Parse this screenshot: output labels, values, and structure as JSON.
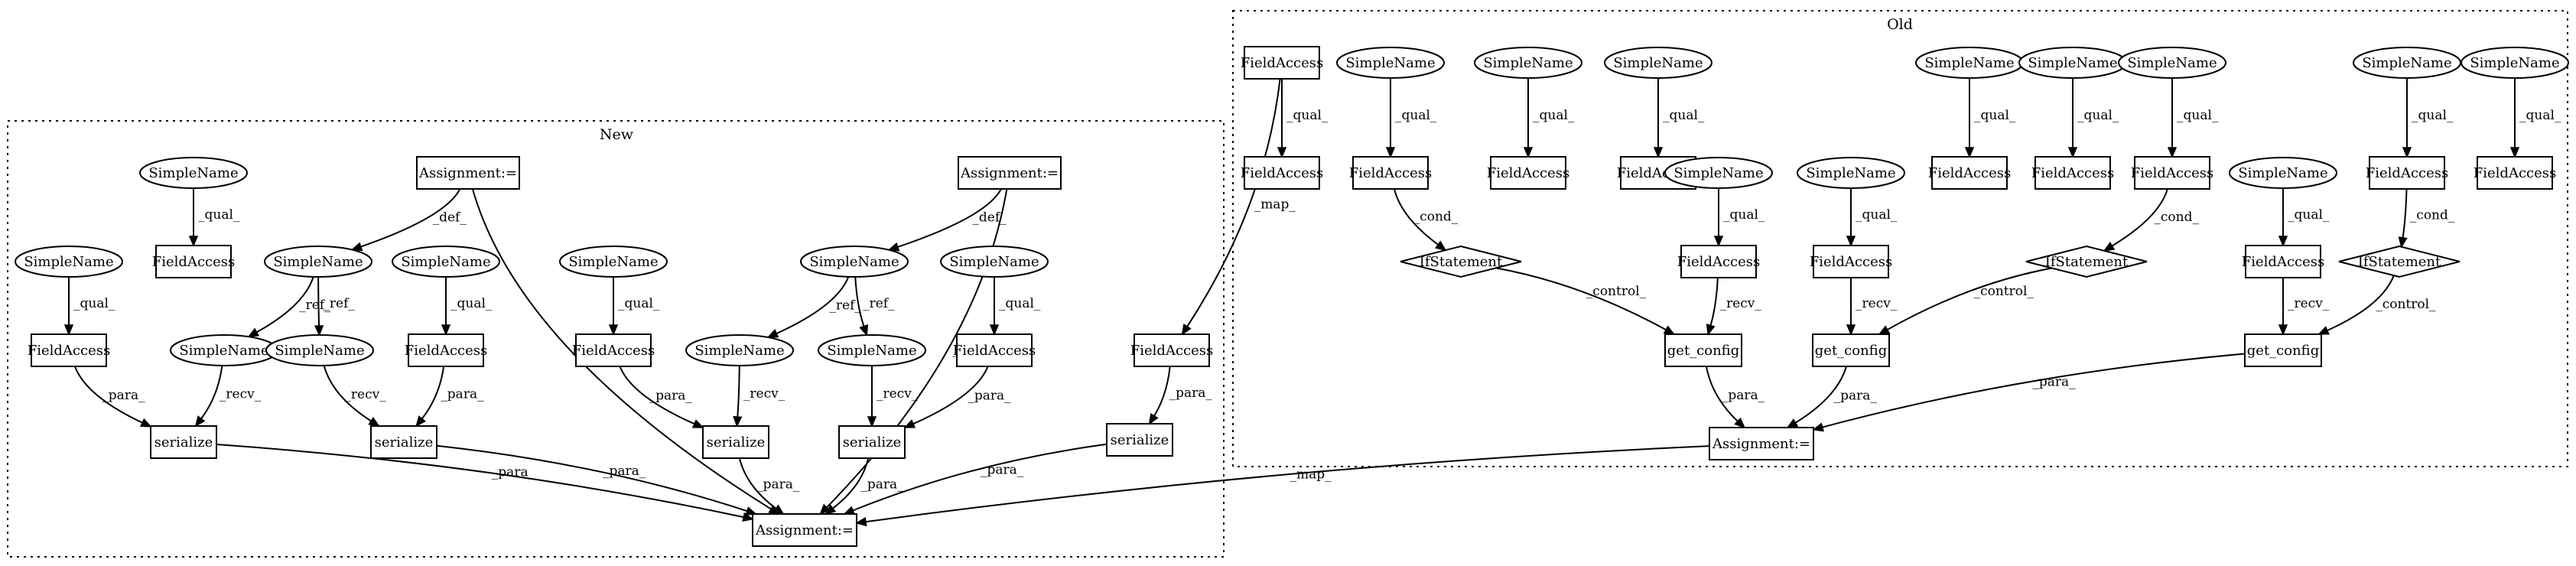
{
  "clusters": {
    "old": {
      "label": "Old"
    },
    "new": {
      "label": "New"
    }
  },
  "nodes": [
    {
      "id": "o_fa0",
      "label": "FieldAccess",
      "shape": "box"
    },
    {
      "id": "o_fa0b",
      "label": "FieldAccess",
      "shape": "box"
    },
    {
      "id": "o_sn1",
      "label": "SimpleName",
      "shape": "ellipse"
    },
    {
      "id": "o_fa1",
      "label": "FieldAccess",
      "shape": "box"
    },
    {
      "id": "o_if1",
      "label": "IfStatement",
      "shape": "diamond"
    },
    {
      "id": "o_sn2",
      "label": "SimpleName",
      "shape": "ellipse"
    },
    {
      "id": "o_fa2",
      "label": "FieldAccess",
      "shape": "box"
    },
    {
      "id": "o_sn3",
      "label": "SimpleName",
      "shape": "ellipse"
    },
    {
      "id": "o_fa3",
      "label": "FieldAccess",
      "shape": "box"
    },
    {
      "id": "o_sn4",
      "label": "SimpleName",
      "shape": "ellipse"
    },
    {
      "id": "o_fa4",
      "label": "FieldAccess",
      "shape": "box"
    },
    {
      "id": "o_gc1",
      "label": "get_config",
      "shape": "box"
    },
    {
      "id": "o_sn5",
      "label": "SimpleName",
      "shape": "ellipse"
    },
    {
      "id": "o_fa5",
      "label": "FieldAccess",
      "shape": "box"
    },
    {
      "id": "o_gc2",
      "label": "get_config",
      "shape": "box"
    },
    {
      "id": "o_sn6",
      "label": "SimpleName",
      "shape": "ellipse"
    },
    {
      "id": "o_fa6",
      "label": "FieldAccess",
      "shape": "box"
    },
    {
      "id": "o_sn7",
      "label": "SimpleName",
      "shape": "ellipse"
    },
    {
      "id": "o_fa7",
      "label": "FieldAccess",
      "shape": "box"
    },
    {
      "id": "o_sn8",
      "label": "SimpleName",
      "shape": "ellipse"
    },
    {
      "id": "o_fa8",
      "label": "FieldAccess",
      "shape": "box"
    },
    {
      "id": "o_if2",
      "label": "IfStatement",
      "shape": "diamond"
    },
    {
      "id": "o_sn9",
      "label": "SimpleName",
      "shape": "ellipse"
    },
    {
      "id": "o_fa9",
      "label": "FieldAccess",
      "shape": "box"
    },
    {
      "id": "o_gc3",
      "label": "get_config",
      "shape": "box"
    },
    {
      "id": "o_sn10",
      "label": "SimpleName",
      "shape": "ellipse"
    },
    {
      "id": "o_fa10",
      "label": "FieldAccess",
      "shape": "box"
    },
    {
      "id": "o_if3",
      "label": "IfStatement",
      "shape": "diamond"
    },
    {
      "id": "o_sn11",
      "label": "SimpleName",
      "shape": "ellipse"
    },
    {
      "id": "o_fa11",
      "label": "FieldAccess",
      "shape": "box"
    },
    {
      "id": "o_asg",
      "label": "Assignment:=",
      "shape": "box"
    },
    {
      "id": "n_sn_a",
      "label": "SimpleName",
      "shape": "ellipse"
    },
    {
      "id": "n_fa_a",
      "label": "FieldAccess",
      "shape": "box"
    },
    {
      "id": "n_asg1",
      "label": "Assignment:=",
      "shape": "box"
    },
    {
      "id": "n_sn_def1",
      "label": "SimpleName",
      "shape": "ellipse"
    },
    {
      "id": "n_sn_b",
      "label": "SimpleName",
      "shape": "ellipse"
    },
    {
      "id": "n_fa_b",
      "label": "FieldAccess",
      "shape": "box"
    },
    {
      "id": "n_sn_ref1",
      "label": "SimpleName",
      "shape": "ellipse"
    },
    {
      "id": "n_sn_ref2",
      "label": "SimpleName",
      "shape": "ellipse"
    },
    {
      "id": "n_sn_c",
      "label": "SimpleName",
      "shape": "ellipse"
    },
    {
      "id": "n_fa_c",
      "label": "FieldAccess",
      "shape": "box"
    },
    {
      "id": "n_ser1",
      "label": "serialize",
      "shape": "box"
    },
    {
      "id": "n_ser2",
      "label": "serialize",
      "shape": "box"
    },
    {
      "id": "n_sn_d",
      "label": "SimpleName",
      "shape": "ellipse"
    },
    {
      "id": "n_fa_d",
      "label": "FieldAccess",
      "shape": "box"
    },
    {
      "id": "n_asg2",
      "label": "Assignment:=",
      "shape": "box"
    },
    {
      "id": "n_sn_def2",
      "label": "SimpleName",
      "shape": "ellipse"
    },
    {
      "id": "n_sn_e",
      "label": "SimpleName",
      "shape": "ellipse"
    },
    {
      "id": "n_fa_e",
      "label": "FieldAccess",
      "shape": "box"
    },
    {
      "id": "n_sn_ref3",
      "label": "SimpleName",
      "shape": "ellipse"
    },
    {
      "id": "n_sn_ref4",
      "label": "SimpleName",
      "shape": "ellipse"
    },
    {
      "id": "n_ser3",
      "label": "serialize",
      "shape": "box"
    },
    {
      "id": "n_ser4",
      "label": "serialize",
      "shape": "box"
    },
    {
      "id": "n_fa_map",
      "label": "FieldAccess",
      "shape": "box"
    },
    {
      "id": "n_ser5",
      "label": "serialize",
      "shape": "box"
    },
    {
      "id": "n_asg_main",
      "label": "Assignment:=",
      "shape": "box"
    }
  ],
  "edges": [
    {
      "from": "o_fa0",
      "to": "o_fa0b",
      "label": "_qual_"
    },
    {
      "from": "o_fa0",
      "to": "n_fa_map",
      "label": "_map_"
    },
    {
      "from": "o_sn1",
      "to": "o_fa1",
      "label": "_qual_"
    },
    {
      "from": "o_fa1",
      "to": "o_if1",
      "label": "_cond_"
    },
    {
      "from": "o_sn2",
      "to": "o_fa2",
      "label": "_qual_"
    },
    {
      "from": "o_sn3",
      "to": "o_fa3",
      "label": "_qual_"
    },
    {
      "from": "o_sn4",
      "to": "o_fa4",
      "label": "_qual_"
    },
    {
      "from": "o_fa4",
      "to": "o_gc1",
      "label": "_recv_"
    },
    {
      "from": "o_if1",
      "to": "o_gc1",
      "label": "_control_"
    },
    {
      "from": "o_sn5",
      "to": "o_fa5",
      "label": "_qual_"
    },
    {
      "from": "o_fa5",
      "to": "o_gc2",
      "label": "_recv_"
    },
    {
      "from": "o_if2",
      "to": "o_gc2",
      "label": "_control_"
    },
    {
      "from": "o_sn6",
      "to": "o_fa6",
      "label": "_qual_"
    },
    {
      "from": "o_sn7",
      "to": "o_fa7",
      "label": "_qual_"
    },
    {
      "from": "o_sn8",
      "to": "o_fa8",
      "label": "_qual_"
    },
    {
      "from": "o_fa8",
      "to": "o_if2",
      "label": "_cond_"
    },
    {
      "from": "o_sn9",
      "to": "o_fa9",
      "label": "_qual_"
    },
    {
      "from": "o_fa9",
      "to": "o_gc3",
      "label": "_recv_"
    },
    {
      "from": "o_if3",
      "to": "o_gc3",
      "label": "_control_"
    },
    {
      "from": "o_sn10",
      "to": "o_fa10",
      "label": "_qual_"
    },
    {
      "from": "o_fa10",
      "to": "o_if3",
      "label": "_cond_"
    },
    {
      "from": "o_sn11",
      "to": "o_fa11",
      "label": "_qual_"
    },
    {
      "from": "o_gc1",
      "to": "o_asg",
      "label": "_para_"
    },
    {
      "from": "o_gc2",
      "to": "o_asg",
      "label": "_para_"
    },
    {
      "from": "o_gc3",
      "to": "o_asg",
      "label": "_para_"
    },
    {
      "from": "o_asg",
      "to": "n_asg_main",
      "label": "_map_"
    },
    {
      "from": "n_sn_a",
      "to": "n_fa_a",
      "label": "_qual_"
    },
    {
      "from": "n_asg1",
      "to": "n_sn_def1",
      "label": "_def_"
    },
    {
      "from": "n_asg1",
      "to": "n_asg_main",
      "label": "_para_"
    },
    {
      "from": "n_sn_def1",
      "to": "n_sn_ref1",
      "label": "_ref_"
    },
    {
      "from": "n_sn_def1",
      "to": "n_sn_ref2",
      "label": "_ref_"
    },
    {
      "from": "n_sn_b",
      "to": "n_fa_b",
      "label": "_qual_"
    },
    {
      "from": "n_sn_c",
      "to": "n_fa_c",
      "label": "_qual_"
    },
    {
      "from": "n_fa_b",
      "to": "n_ser1",
      "label": "_para_"
    },
    {
      "from": "n_sn_ref1",
      "to": "n_ser1",
      "label": "_recv_"
    },
    {
      "from": "n_sn_ref2",
      "to": "n_ser2",
      "label": "_recv_"
    },
    {
      "from": "n_fa_c",
      "to": "n_ser2",
      "label": "_para_"
    },
    {
      "from": "n_sn_d",
      "to": "n_fa_d",
      "label": "_qual_"
    },
    {
      "from": "n_asg2",
      "to": "n_sn_def2",
      "label": "_def_"
    },
    {
      "from": "n_asg2",
      "to": "n_asg_main",
      "label": "_para_"
    },
    {
      "from": "n_sn_def2",
      "to": "n_sn_ref3",
      "label": "_ref_"
    },
    {
      "from": "n_sn_def2",
      "to": "n_sn_ref4",
      "label": "_ref_"
    },
    {
      "from": "n_sn_e",
      "to": "n_fa_e",
      "label": "_qual_"
    },
    {
      "from": "n_fa_d",
      "to": "n_ser3",
      "label": "_para_"
    },
    {
      "from": "n_sn_ref3",
      "to": "n_ser3",
      "label": "_recv_"
    },
    {
      "from": "n_sn_ref4",
      "to": "n_ser4",
      "label": "_recv_"
    },
    {
      "from": "n_fa_e",
      "to": "n_ser4",
      "label": "_para_"
    },
    {
      "from": "n_fa_map",
      "to": "n_ser5",
      "label": "_para_"
    },
    {
      "from": "n_ser1",
      "to": "n_asg_main",
      "label": "_para_"
    },
    {
      "from": "n_ser2",
      "to": "n_asg_main",
      "label": "_para_"
    },
    {
      "from": "n_ser3",
      "to": "n_asg_main",
      "label": "_para_"
    },
    {
      "from": "n_ser4",
      "to": "n_asg_main",
      "label": "_para_"
    },
    {
      "from": "n_ser5",
      "to": "n_asg_main",
      "label": "_para_"
    }
  ]
}
